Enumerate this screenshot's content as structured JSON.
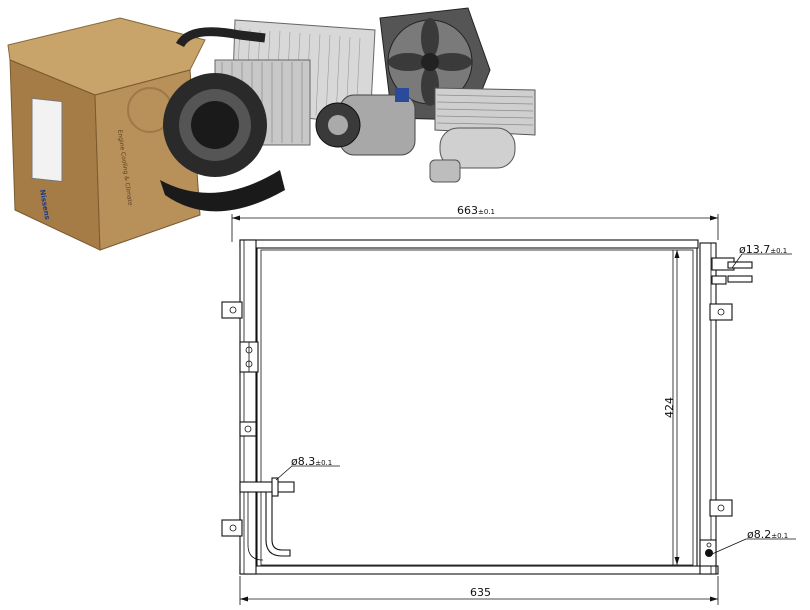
{
  "product_photo": {
    "box_brand": "Nissens",
    "box_slogan": "Engine Cooling & Climate"
  },
  "dimensions": {
    "top_width": {
      "value": "663",
      "tolerance": "±0.1"
    },
    "bottom_width": {
      "value": "635"
    },
    "height": {
      "value": "424"
    },
    "port_top_right": {
      "value": "ø13.7",
      "tolerance": "±0.1"
    },
    "port_left": {
      "value": "ø8.3",
      "tolerance": "±0.1"
    },
    "port_bottom_right": {
      "value": "ø8.2",
      "tolerance": "±0.1"
    }
  }
}
